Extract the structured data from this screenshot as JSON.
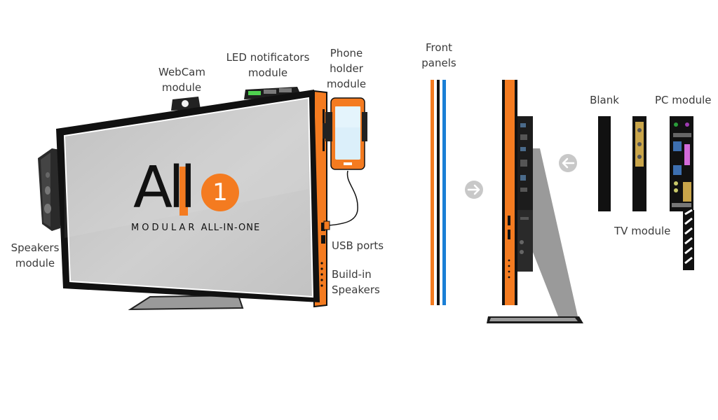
{
  "logo": {
    "letters": "All",
    "number": "1",
    "tagline_word1": "MODULAR",
    "tagline_word2": "ALL-IN-ONE"
  },
  "labels": {
    "webcam": [
      "WebCam",
      "module"
    ],
    "led": [
      "LED notificators",
      "module"
    ],
    "phone": [
      "Phone",
      "holder",
      "module"
    ],
    "speakers": [
      "Speakers",
      "module"
    ],
    "usb": "USB ports",
    "buildin": [
      "Build-in",
      "Speakers"
    ],
    "front_panels": [
      "Front",
      "panels"
    ],
    "blank": "Blank",
    "pc_module": "PC module",
    "tv_module": "TV module"
  },
  "icons": [
    "arrow-right-icon",
    "arrow-left-icon"
  ],
  "colors": {
    "accent": "#f47b20",
    "blue_panel": "#1a7fd6",
    "frame": "#111111",
    "screen": "#c4c4c4",
    "arrow": "#c8c8c8",
    "led_green": "#4fd14f"
  }
}
